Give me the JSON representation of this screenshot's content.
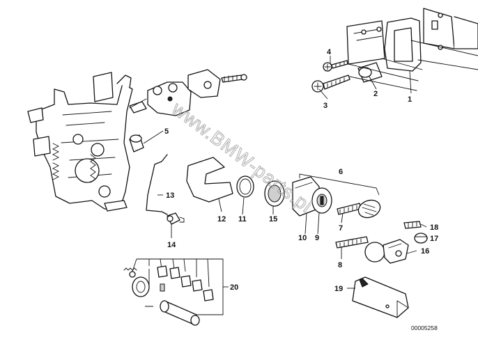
{
  "watermark": "www.BMW-parts.pl",
  "diagram_code": "00005258",
  "callouts": [
    "1",
    "2",
    "3",
    "4",
    "5",
    "6",
    "7",
    "8",
    "9",
    "10",
    "11",
    "12",
    "13",
    "14",
    "15",
    "16",
    "17",
    "18",
    "19",
    "20"
  ]
}
